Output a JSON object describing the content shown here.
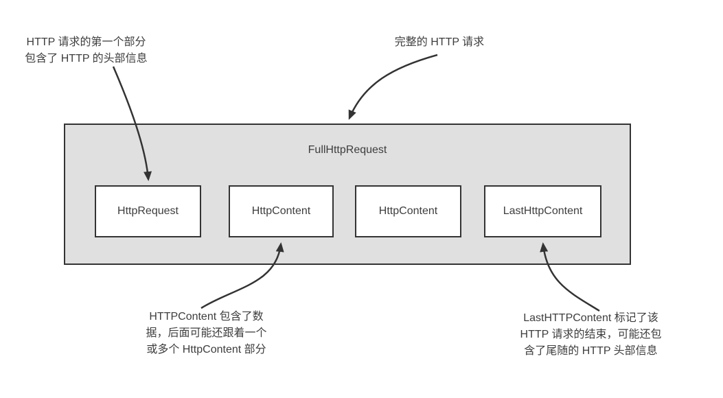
{
  "diagram": {
    "outer_box": {
      "label": "FullHttpRequest"
    },
    "inner_boxes": [
      {
        "label": "HttpRequest"
      },
      {
        "label": "HttpContent"
      },
      {
        "label": "HttpContent"
      },
      {
        "label": "LastHttpContent"
      }
    ],
    "annotations": {
      "full_request": {
        "lines": [
          "完整的 HTTP 请求"
        ]
      },
      "http_request": {
        "lines": [
          "HTTP 请求的第一个部分",
          "包含了 HTTP 的头部信息"
        ]
      },
      "http_content": {
        "lines": [
          "HTTPContent 包含了数",
          "据，后面可能还跟着一个",
          "或多个 HttpContent 部分"
        ]
      },
      "last_http_content": {
        "lines": [
          "LastHTTPContent 标记了该",
          "HTTP 请求的结束，可能还包",
          "含了尾随的 HTTP 头部信息"
        ]
      }
    },
    "colors": {
      "outer_box_fill": "#e0e0e0",
      "inner_box_fill": "#ffffff",
      "border": "#333333",
      "arrow": "#333333",
      "text": "#3d3d3d",
      "background": "#ffffff"
    }
  }
}
